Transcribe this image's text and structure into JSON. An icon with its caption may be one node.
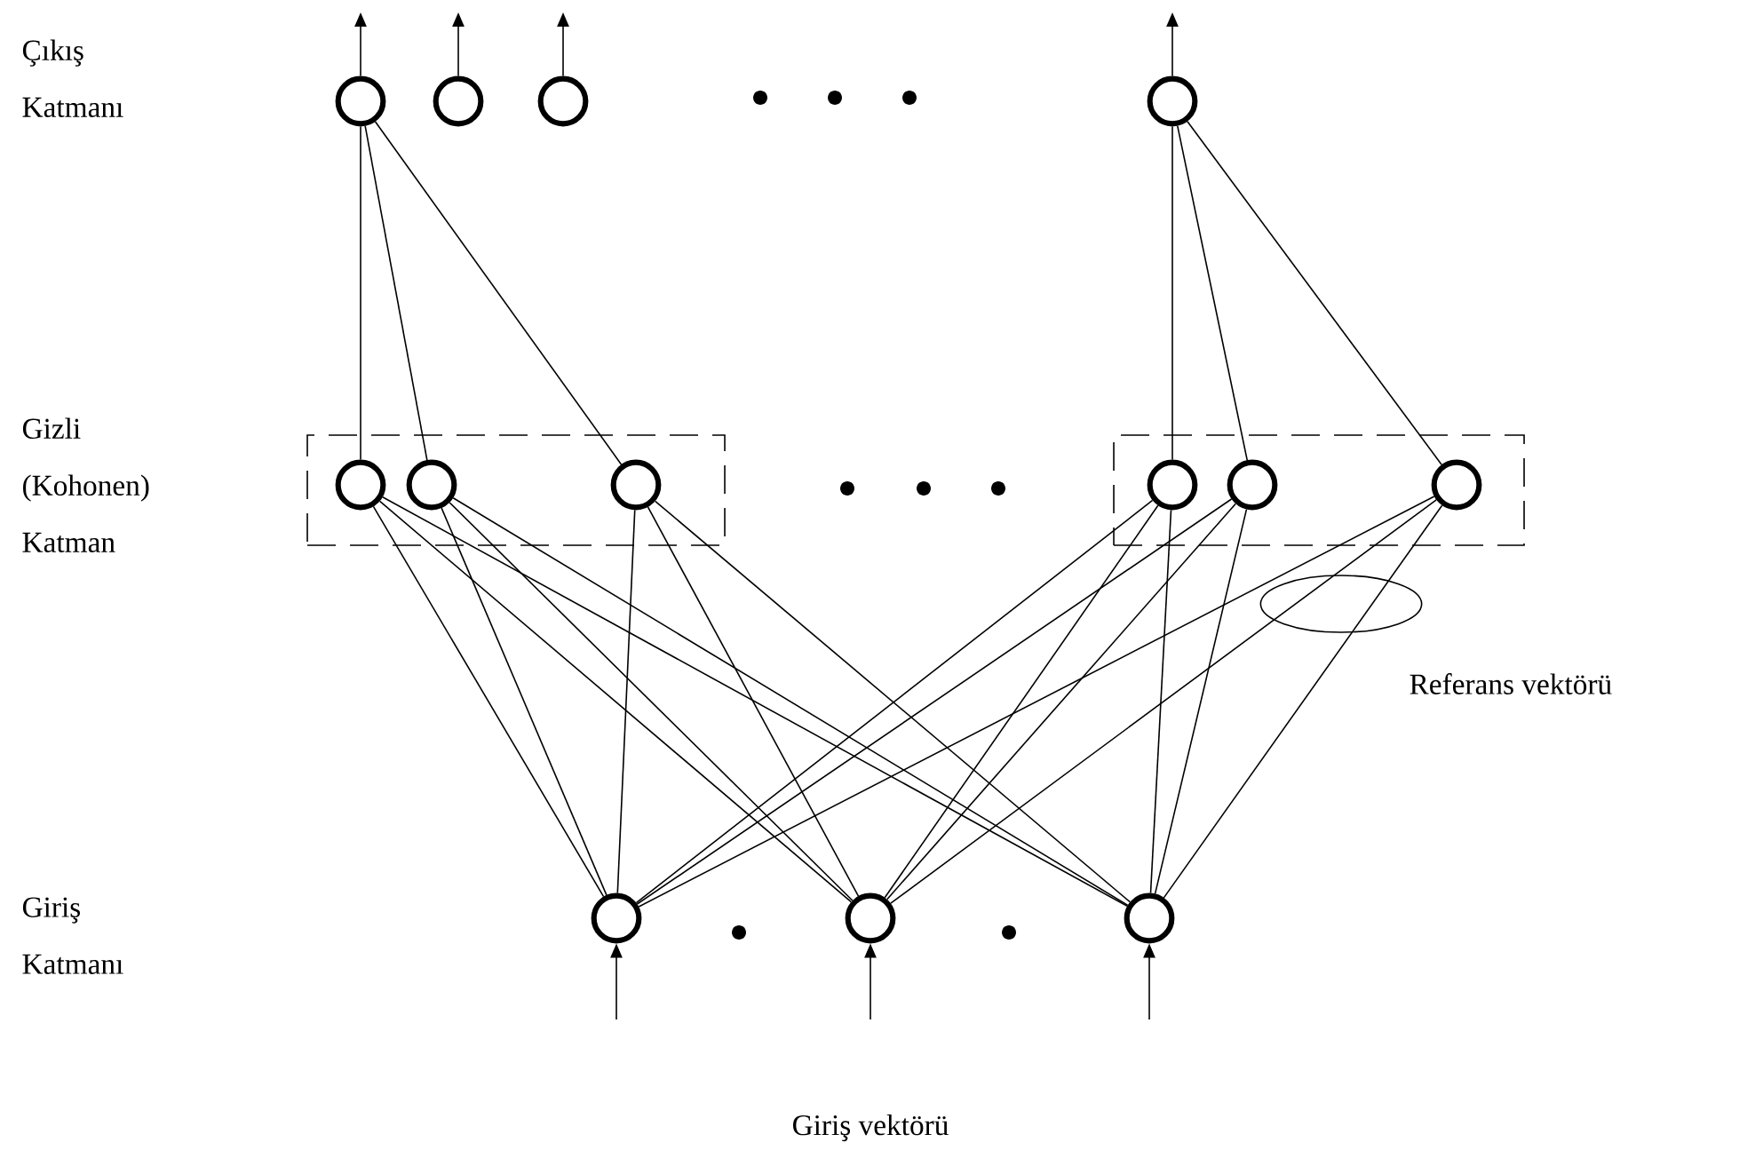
{
  "diagram": {
    "nodes": [
      {
        "text": [],
        "shape": "circle"
      },
      {
        "text": [],
        "shape": "circle"
      },
      {
        "text": [],
        "shape": "circle"
      },
      {
        "text": [],
        "shape": "circle"
      },
      {
        "text": [],
        "shape": "box"
      },
      {
        "text": [],
        "shape": "circle",
        "in": 4
      },
      {
        "text": [],
        "shape": "circle",
        "in": 4
      },
      {
        "text": [],
        "shape": "circle",
        "in": 4
      },
      {
        "text": [],
        "shape": "box"
      },
      {
        "text": [],
        "shape": "circle",
        "in": 8
      },
      {
        "text": [],
        "shape": "circle",
        "in": 8
      },
      {
        "text": [],
        "shape": "circle",
        "in": 8
      },
      {
        "text": [],
        "shape": "circle"
      },
      {
        "text": [],
        "shape": "circle"
      },
      {
        "text": [],
        "shape": "circle"
      }
    ],
    "edges": [
      {
        "from": 0,
        "to": null,
        "arrow": "to"
      },
      {
        "from": 1,
        "to": null,
        "arrow": "to"
      },
      {
        "from": 2,
        "to": null,
        "arrow": "to"
      },
      {
        "from": 3,
        "to": null,
        "arrow": "to"
      },
      {
        "from": 0,
        "to": 5,
        "arrow": "none"
      },
      {
        "from": 0,
        "to": 6,
        "arrow": "none"
      },
      {
        "from": 0,
        "to": 7,
        "arrow": "none"
      },
      {
        "from": 3,
        "to": 9,
        "arrow": "none"
      },
      {
        "from": 3,
        "to": 10,
        "arrow": "none"
      },
      {
        "from": 3,
        "to": 11,
        "arrow": "none"
      },
      {
        "from": 5,
        "to": 12,
        "arrow": "none"
      },
      {
        "from": 5,
        "to": 13,
        "arrow": "none"
      },
      {
        "from": 5,
        "to": 14,
        "arrow": "none"
      },
      {
        "from": 6,
        "to": 12,
        "arrow": "none"
      },
      {
        "from": 6,
        "to": 13,
        "arrow": "none"
      },
      {
        "from": 6,
        "to": 14,
        "arrow": "none"
      },
      {
        "from": 7,
        "to": 12,
        "arrow": "none"
      },
      {
        "from": 7,
        "to": 13,
        "arrow": "none"
      },
      {
        "from": 7,
        "to": 14,
        "arrow": "none"
      },
      {
        "from": 9,
        "to": 12,
        "arrow": "none"
      },
      {
        "from": 9,
        "to": 13,
        "arrow": "none"
      },
      {
        "from": 9,
        "to": 14,
        "arrow": "none"
      },
      {
        "from": 10,
        "to": 12,
        "arrow": "none"
      },
      {
        "from": 10,
        "to": 13,
        "arrow": "none"
      },
      {
        "from": 10,
        "to": 14,
        "arrow": "none"
      },
      {
        "from": 11,
        "to": 12,
        "arrow": "none"
      },
      {
        "from": 11,
        "to": 13,
        "arrow": "none"
      },
      {
        "from": 11,
        "to": 14,
        "arrow": "none"
      },
      {
        "from": null,
        "to": 12,
        "arrow": "to"
      },
      {
        "from": null,
        "to": 13,
        "arrow": "to"
      },
      {
        "from": null,
        "to": 14,
        "arrow": "to"
      }
    ],
    "labels": [
      "Çıkış Katmanı",
      "Gizli (Kohonen) Katman",
      "Referans vektörü",
      "Giriş Katmanı",
      "Giriş vektörü"
    ]
  }
}
